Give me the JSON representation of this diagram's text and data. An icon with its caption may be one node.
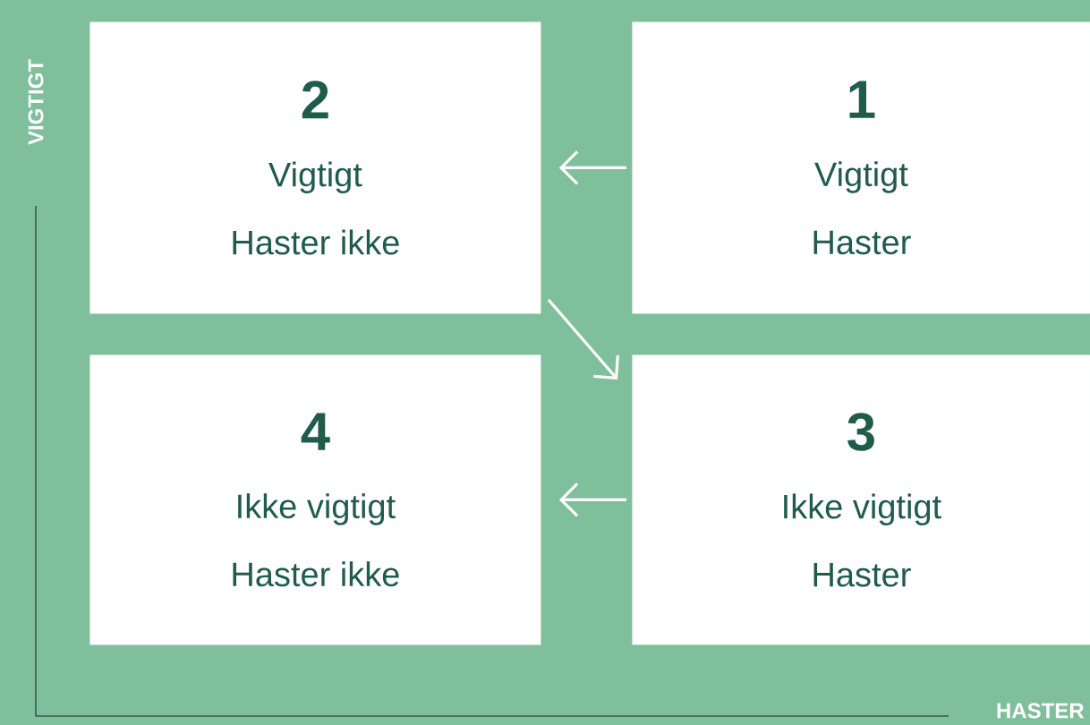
{
  "diagram": {
    "nodes": [
      {
        "text": [
          "2",
          "Vigtigt",
          "Haster ikke"
        ]
      },
      {
        "text": [
          "1",
          "Vigtigt",
          "Haster"
        ]
      },
      {
        "text": [
          "4",
          "Ikke vigtigt",
          "Haster ikke"
        ]
      },
      {
        "text": [
          "3",
          "Ikke vigtigt",
          "Haster"
        ]
      }
    ],
    "edges": [
      {
        "from": 1,
        "to": 0,
        "arrow": "to"
      },
      {
        "from": 0,
        "to": 3,
        "arrow": "to"
      },
      {
        "from": 3,
        "to": 2,
        "arrow": "to"
      }
    ],
    "labels": [
      "VIGTIGT",
      "HASTER"
    ]
  }
}
